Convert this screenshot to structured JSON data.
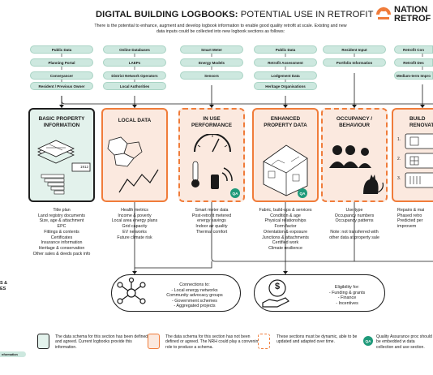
{
  "header": {
    "title_bold": "DIGITAL BUILDING LOGBOOKS:",
    "title_rest": " POTENTIAL USE IN RETROFIT",
    "subtitle": "There is the potential to enhance, augment and develop logbook information to enable good quality retrofit at scale. Existing and new data inputs could be collected into new logbook sections as follows:",
    "logo_line1": "NATION",
    "logo_line2": "RETROF",
    "logo_color": "#f07c3a"
  },
  "sources": [
    [
      "Public Data",
      "Planning Portal",
      "Conveyancer",
      "Resident / Previous Owner"
    ],
    [
      "Online Databases",
      "LAEPs",
      "District Network Operators",
      "Local Authorities"
    ],
    [
      "Smart Meter",
      "Energy Models",
      "Sensors"
    ],
    [
      "Public Data",
      "Retrofit Assessment",
      "Lodgement Data",
      "Heritage Organisations"
    ],
    [
      "Resident Input",
      "Portfolio Information"
    ],
    [
      "Retrofit Con",
      "Retrofit Des",
      "Medium-term Impro"
    ]
  ],
  "cards": [
    {
      "title": "BASIC PROPERTY\nINFORMATION",
      "style": "green",
      "year": "1912",
      "list": [
        "Title plan",
        "Land registry documents",
        "Size, age & attachment",
        "EPC",
        "Fittings & contents",
        "Certificates",
        "Insurance information",
        "Heritage & conservation",
        "Other sales & deeds pack info"
      ]
    },
    {
      "title": "LOCAL DATA",
      "style": "orange",
      "list": [
        "Health metrics",
        "Income & poverty",
        "Local area energy plans",
        "Grid capacity",
        "EV networks",
        "Future climate risk"
      ]
    },
    {
      "title": "IN USE\nPERFORMANCE",
      "style": "dashed",
      "qa": "QA",
      "list": [
        "Smart meter data",
        "Post-retrofit metered",
        "energy savings",
        "Indoor air quality",
        "Thermal comfort"
      ]
    },
    {
      "title": "ENHANCED\nPROPERTY DATA",
      "style": "orange",
      "qa": "QA",
      "list": [
        "Fabric, build-ups & services",
        "Condition & age",
        "Physical relationships",
        "Form factor",
        "Orientation & exposure",
        "Junctions & attachments",
        "Certified work",
        "Climate resilience"
      ]
    },
    {
      "title": "OCCUPANCY /\nBEHAVIOUR",
      "style": "dashed",
      "list": [
        "Use type",
        "Occupancy numbers",
        "Occupancy patterns",
        "",
        "Note: not transferred with",
        "other data at property sale"
      ]
    },
    {
      "title": "BUILD\nRENOVATIO",
      "style": "orange",
      "steps": [
        "1.",
        "2.",
        "3."
      ],
      "list": [
        "Repairs & mai",
        "Phased retro",
        "Predicted per",
        "improvem"
      ]
    }
  ],
  "connections": {
    "title": "Connections to:",
    "items": [
      "- Local energy networks",
      "Community advocacy groups",
      "- Government schemes",
      "- Aggregated projects"
    ]
  },
  "eligibility": {
    "title": "Eligibility for:",
    "items": [
      "- Funding & grants",
      "- Finance",
      "- Incentives"
    ],
    "icon_symbol": "$"
  },
  "side_label": [
    "S &",
    "ES"
  ],
  "left_pill": "nformation",
  "legend": [
    {
      "text": "The data schema for this section has been defined and agreed. Current logbooks provide this information.",
      "style": "green"
    },
    {
      "text": "The data schema for this section has not been defined or agreed. The NRH could play a convening role to produce a schema.",
      "style": "orange"
    },
    {
      "text": "These sections must be dynamic, able to be updated and adapted over time.",
      "style": "dashed"
    },
    {
      "text": "Quality Assurance proc should be embedded w data collection and use section.",
      "style": "qa",
      "badge": "QA"
    }
  ],
  "colors": {
    "green_fill": "#e3f2ec",
    "orange": "#f07c3a",
    "orange_fill": "#fbe9df",
    "pill": "#cde8df",
    "qa": "#1f9a7a"
  }
}
